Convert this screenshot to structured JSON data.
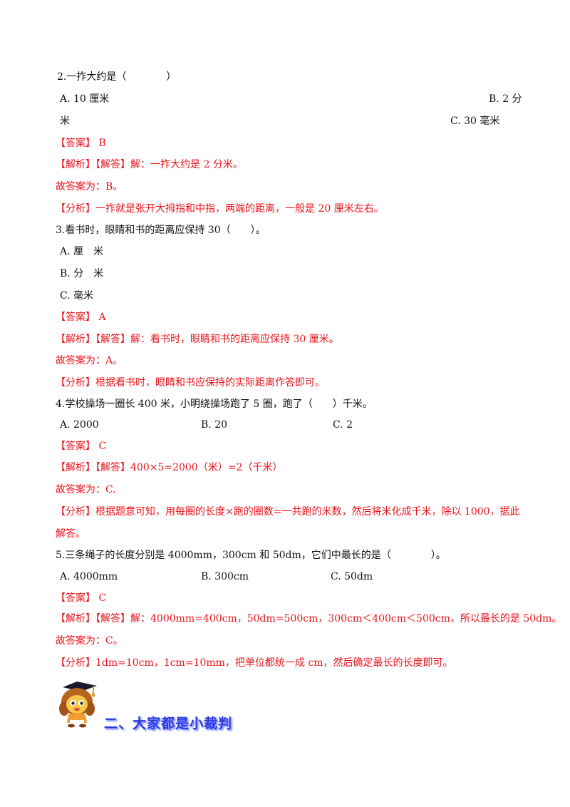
{
  "q2": {
    "stem": "2.一拃大约是（　　　　）",
    "optA": "A. 10 厘米",
    "optB": "B. 2 分",
    "optB_cont": "米",
    "optC": "C. 30 毫米",
    "answer": "【答案】 B",
    "analysis": "【解析】【解答】解：一拃大约是 2 分米。",
    "conclusion": "故答案为：B。",
    "note": "【分析】一拃就是张开大拇指和中指，两端的距离，一般是 20 厘米左右。"
  },
  "q3": {
    "stem": "3.看书时，眼睛和书的距离应保持 30（　　）。",
    "optA": "A. 厘　米",
    "optB": "B. 分　米",
    "optC": "C. 毫米",
    "answer": "【答案】 A",
    "analysis": "【解析】【解答】解：看书时，眼睛和书的距离应保持 30 厘米。",
    "conclusion": "故答案为：A。",
    "note": "【分析】根据看书时，眼睛和书应保持的实际距离作答即可。"
  },
  "q4": {
    "stem": "4.学校操场一圈长 400 米，小明绕操场跑了 5 圈，跑了（　　）千米。",
    "optA": "A. 2000",
    "optB": "B. 20",
    "optC": "C. 2",
    "answer": "【答案】 C",
    "analysis": "【解析】【解答】400×5=2000（米）=2（千米）",
    "conclusion": "故答案为：C.",
    "note": "【分析】根据题意可知，用每圈的长度×跑的圈数=一共跑的米数，然后将米化成千米，除以 1000，据此",
    "note_cont": "解答。"
  },
  "q5": {
    "stem": "5.三条绳子的长度分别是 4000mm，300cm 和 50dm，它们中最长的是（　　　　）。",
    "optA": "A. 4000mm",
    "optB": "B. 300cm",
    "optC": "C. 50dm",
    "answer": "【答案】 C",
    "analysis": "【解析】【解答】解：4000mm=400cm，50dm=500cm，300cm＜400cm＜500cm，所以最长的是 50dm。",
    "conclusion": "故答案为：C。",
    "note": "【分析】1dm=10cm，1cm=10mm，把单位都统一成 cm，然后确定最长的长度即可。"
  },
  "section": {
    "title": "二、大家都是小裁判",
    "mascot_icon": "graduate-girl-mascot-icon"
  }
}
